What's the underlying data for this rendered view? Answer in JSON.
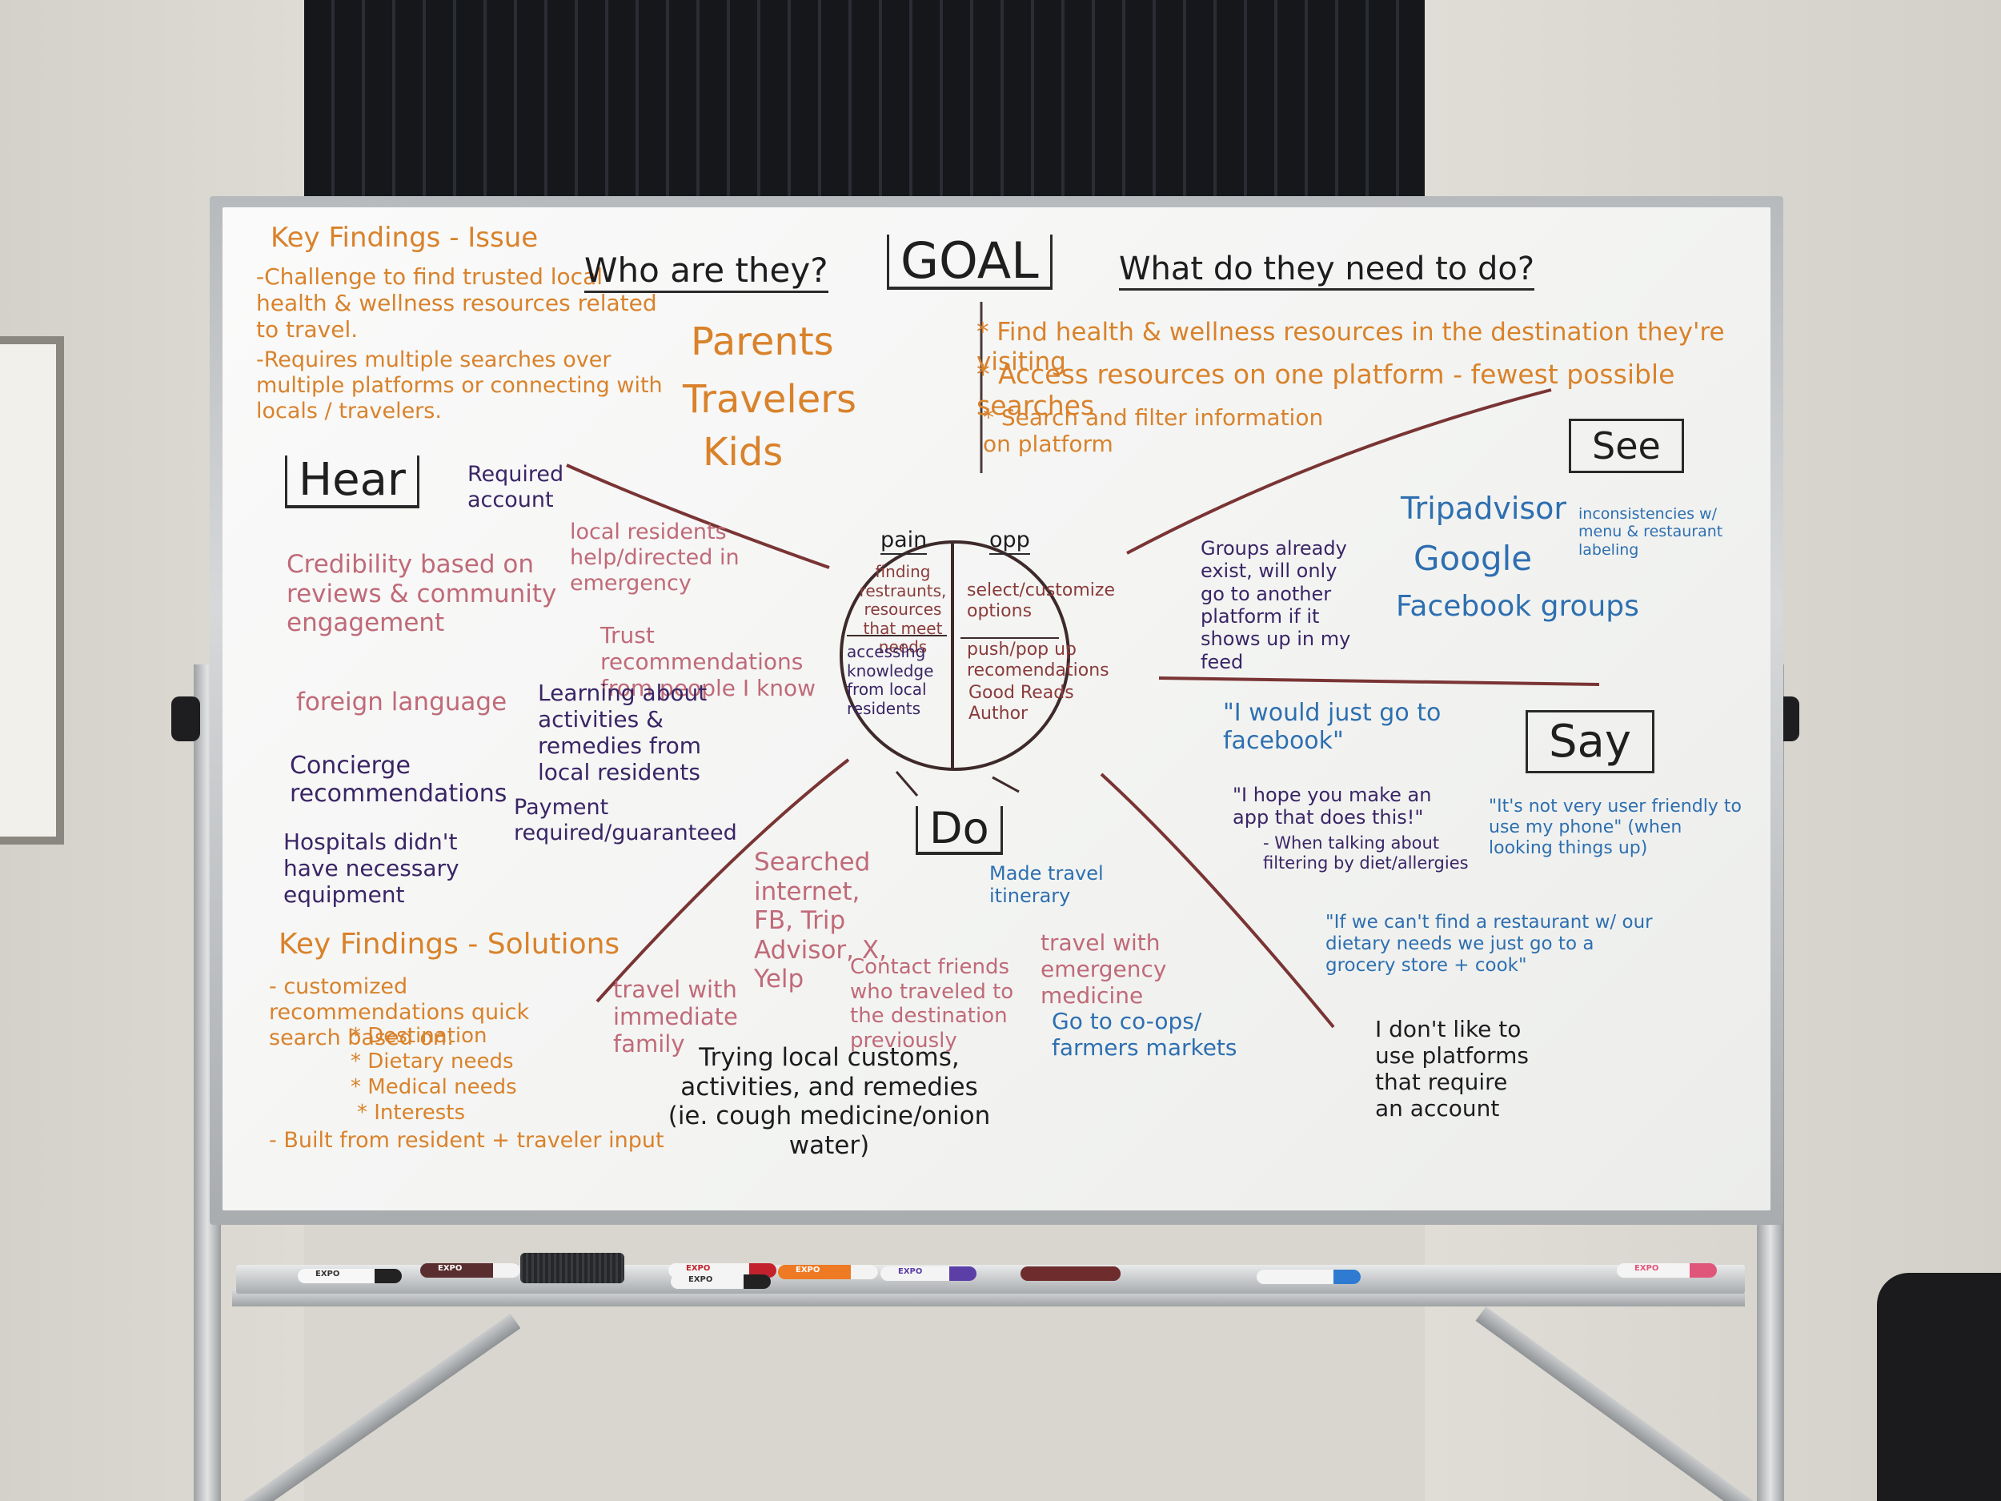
{
  "board": {
    "key_findings_issue": {
      "heading": "Key Findings - Issue",
      "items": [
        "-Challenge to find trusted local health & wellness resources related to travel.",
        "-Requires multiple searches over multiple platforms or connecting with locals / travelers."
      ]
    },
    "who": {
      "heading": "Who are they?",
      "items": [
        "Parents",
        "Travelers",
        "Kids"
      ]
    },
    "goal": {
      "heading": "GOAL"
    },
    "need": {
      "heading": "What do they need to do?",
      "items": [
        "* Find health & wellness resources in the destination they're visiting",
        "* Access resources on one platform - fewest possible searches",
        "* Search and filter information on platform"
      ]
    },
    "hear": {
      "heading": "Hear",
      "required_account": "Required account",
      "local_residents": "local residents help/directed in emergency",
      "credibility": "Credibility based on reviews & community engagement",
      "trust": "Trust recommendations from people I know",
      "foreign_language": "foreign language",
      "learning": "Learning about activities & remedies from local residents",
      "concierge": "Concierge recommendations",
      "payment": "Payment required/guaranteed",
      "hospitals": "Hospitals didn't have necessary equipment"
    },
    "circle": {
      "pain_label": "pain",
      "opp_label": "opp",
      "pain_1": "finding restraunts, resources that meet needs",
      "pain_2": "accessing knowledge from local residents",
      "opp_1": "select/customize options",
      "opp_2": "push/pop up recomendations",
      "opp_3": "Good Reads Author"
    },
    "see": {
      "heading": "See",
      "groups": "Groups already exist, will only go to another platform if it shows up in my feed",
      "tripadvisor": "Tripadvisor",
      "google": "Google",
      "facebook": "Facebook groups",
      "inconsistencies": "inconsistencies w/ menu & restaurant labeling"
    },
    "say": {
      "heading": "Say",
      "quote_1": "\"I would just go to facebook\"",
      "quote_2": "\"I hope you make an app that does this!\"",
      "quote_2_note": "- When talking about filtering by diet/allergies",
      "quote_3": "\"It's not very user friendly to use my phone\" (when looking things up)",
      "quote_4": "\"If we can't find a restaurant w/ our dietary needs we just go to a grocery store + cook\"",
      "quote_5": "I don't like to use platforms that require an account"
    },
    "do": {
      "heading": "Do",
      "searched": "Searched internet, FB, Trip Advisor, X, Yelp",
      "itinerary": "Made travel itinerary",
      "contact": "Contact friends who traveled to the destination previously",
      "family": "travel with immediate family",
      "medicine": "travel with emergency medicine",
      "coops": "Go to co-ops/ farmers markets",
      "customs": "Trying local customs, activities, and remedies (ie. cough medicine/onion water)"
    },
    "key_findings_solutions": {
      "heading": "Key Findings - Solutions",
      "intro": "- customized recommendations quick search based on:",
      "items": [
        "* Destination",
        "* Dietary needs",
        "* Medical needs",
        "* Interests"
      ],
      "footer": "- Built from resident + traveler input"
    }
  },
  "tray_markers": [
    "EXPO",
    "EXPO",
    "EXPO",
    "EXPO",
    "EXPO",
    "EXPO",
    "EXPO"
  ],
  "colors": {
    "orange": "#d9822b",
    "pink": "#c06a78",
    "purple": "#3a2566",
    "blue": "#2e6fb0",
    "black": "#1d1d1f",
    "brown": "#8a3b3b"
  }
}
